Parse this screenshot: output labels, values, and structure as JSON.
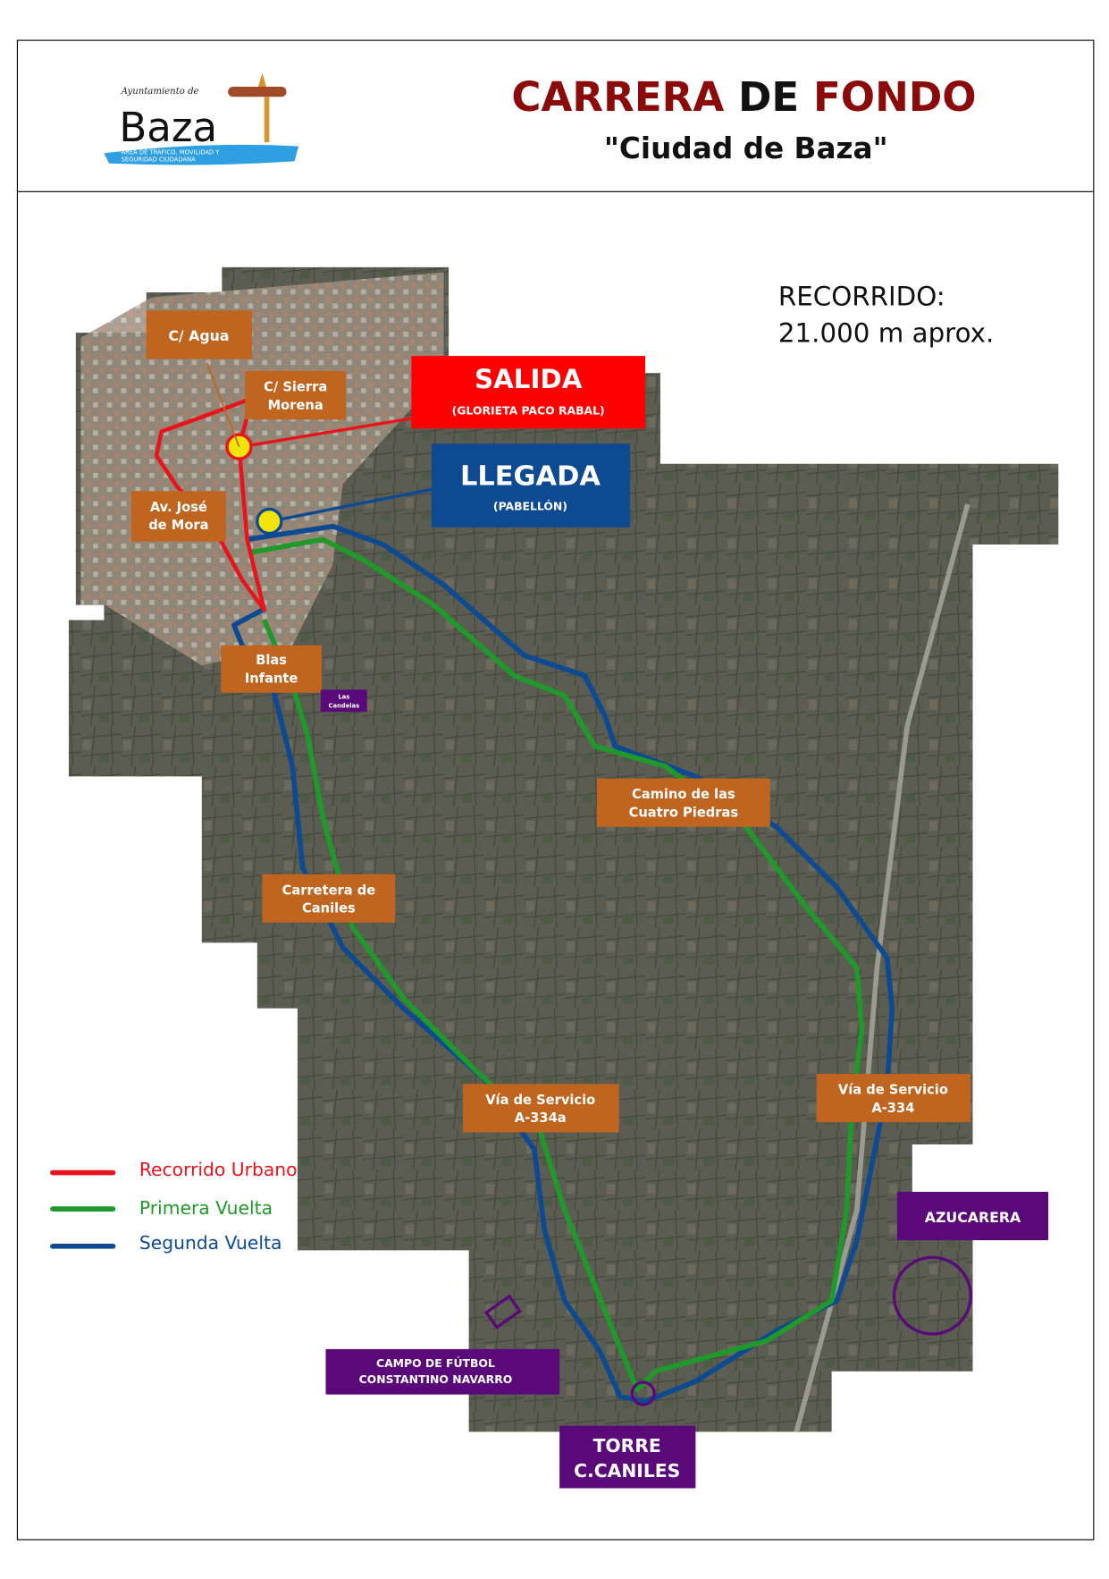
{
  "header": {
    "logo": {
      "top_text": "Ayuntamiento de",
      "name": "Baza",
      "band_text_1": "AREA DE TRAFICO, MOVILIDAD Y",
      "band_text_2": "SEGURIDAD CIUDADANA"
    },
    "title_part1": "CARRERA",
    "title_part2": "DE",
    "title_part3": "FONDO",
    "subtitle": "\"Ciudad de Baza\""
  },
  "distance": {
    "line1": "RECORRIDO:",
    "line2": "21.000 m aprox."
  },
  "start": {
    "title": "SALIDA",
    "subtitle": "(GLORIETA PACO RABAL)"
  },
  "finish": {
    "title": "LLEGADA",
    "subtitle": "(PABELLÓN)"
  },
  "streets": {
    "agua": "C/ Agua",
    "sierra_1": "C/ Sierra",
    "sierra_2": "Morena",
    "jose_1": "Av. José",
    "jose_2": "de Mora",
    "blas_1": "Blas",
    "blas_2": "Infante",
    "camino_1": "Camino de las",
    "camino_2": "Cuatro Piedras",
    "carretera_1": "Carretera de",
    "carretera_2": "Caniles",
    "via_a_1": "Vía de Servicio",
    "via_a_2": "A-334a",
    "via_b_1": "Vía de Servicio",
    "via_b_2": "A-334"
  },
  "landmarks": {
    "candelas_1": "Las",
    "candelas_2": "Candelas",
    "azucarera": "AZUCARERA",
    "campo_1": "CAMPO DE FÚTBOL",
    "campo_2": "CONSTANTINO NAVARRO",
    "torre_1": "TORRE",
    "torre_2": "C.CANILES"
  },
  "legend": [
    {
      "label": "Recorrido Urbano",
      "color": "#e8141b"
    },
    {
      "label": "Primera Vuelta",
      "color": "#1f9a2a"
    },
    {
      "label": "Segunda Vuelta",
      "color": "#0d4a91"
    }
  ],
  "colors": {
    "street_label": "#c0651f",
    "landmark": "#5a0a78",
    "start": "#ff0000",
    "finish": "#0d4a91",
    "title_red": "#8b0a0a"
  }
}
